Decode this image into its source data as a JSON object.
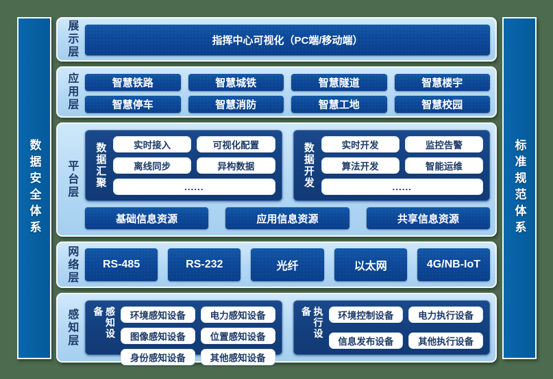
{
  "colors": {
    "background_green": "#4d6b4f",
    "panel_light_blue": "#b3d8f4",
    "box_dark_blue": "#0d4898",
    "group_navy": "#14407e",
    "sidebar_blue": "#0761a3",
    "label_navy": "#1c3a68",
    "white": "#ffffff"
  },
  "sidebars": {
    "left": "数据安全体系",
    "right": "标准规范体系"
  },
  "layers": {
    "display": {
      "label": "展示层",
      "box": "指挥中心可视化（PC端/移动端）"
    },
    "application": {
      "label": "应用层",
      "items": [
        "智慧铁路",
        "智慧城铁",
        "智慧隧道",
        "智慧楼宇",
        "智慧停车",
        "智慧消防",
        "智慧工地",
        "智慧校园"
      ]
    },
    "platform": {
      "label": "平台层",
      "groups": [
        {
          "title": "数据汇聚",
          "items": [
            "实时接入",
            "可视化配置",
            "离线同步",
            "异构数据"
          ],
          "more": "......"
        },
        {
          "title": "数据开发",
          "items": [
            "实时开发",
            "监控告警",
            "算法开发",
            "智能运维"
          ],
          "more": "......"
        }
      ],
      "resources": [
        "基础信息资源",
        "应用信息资源",
        "共享信息资源"
      ]
    },
    "network": {
      "label": "网络层",
      "items": [
        "RS-485",
        "RS-232",
        "光纤",
        "以太网",
        "4G/NB-IoT"
      ]
    },
    "perception": {
      "label": "感知层",
      "groups": [
        {
          "title": "感知设备",
          "items": [
            "环境感知设备",
            "电力感知设备",
            "图像感知设备",
            "位置感知设备",
            "身份感知设备",
            "其他感知设备"
          ]
        },
        {
          "title": "执行设备",
          "items": [
            "环境控制设备",
            "电力执行设备",
            "信息发布设备",
            "其他执行设备"
          ]
        }
      ]
    }
  }
}
